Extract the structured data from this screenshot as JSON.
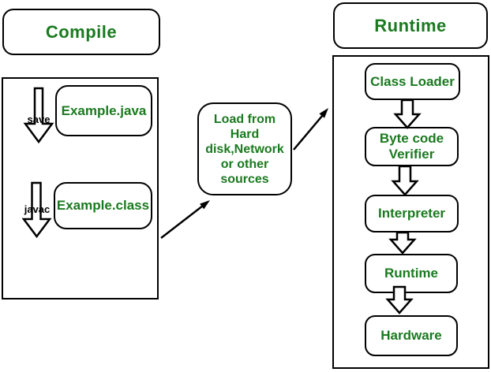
{
  "colors": {
    "green": "#1a7a1f",
    "black": "#000000",
    "bg": "#ffffff"
  },
  "compile": {
    "header": "Compile",
    "save_label": "save",
    "javac_label": "javac",
    "source_file": "Example.java",
    "class_file": "Example.class"
  },
  "loader": {
    "lines": [
      "Load from",
      "Hard",
      "disk,Network",
      "or other",
      "sources"
    ]
  },
  "runtime": {
    "header": "Runtime",
    "steps": [
      {
        "label": "Class Loader"
      },
      {
        "label": "Byte code Verifier"
      },
      {
        "label": "Interpreter"
      },
      {
        "label": "Runtime"
      },
      {
        "label": "Hardware"
      }
    ]
  }
}
